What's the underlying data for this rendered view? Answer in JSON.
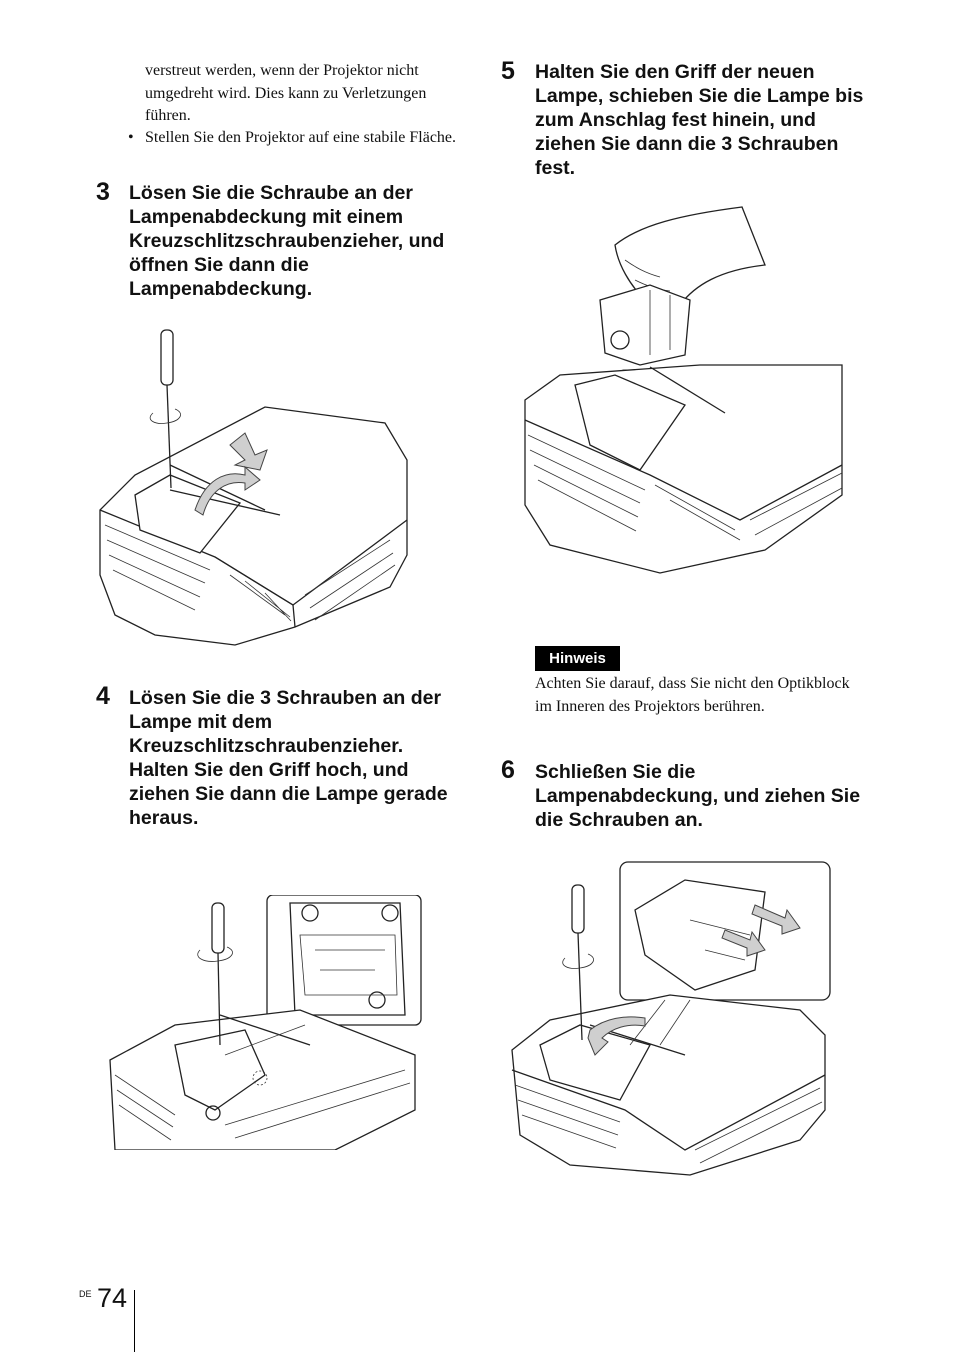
{
  "intro": {
    "continuation": "verstreut werden, wenn der Projektor nicht umgedreht wird. Dies kann zu Verletzungen führen.",
    "bullet_symbol": "•",
    "bullet_text": "Stellen Sie den Projektor auf eine stabile Fläche."
  },
  "steps": [
    {
      "num": "3",
      "text": "Lösen Sie die Schraube an der Lampenabdeckung mit einem Kreuzschlitzschraubenzieher, und öffnen Sie dann die Lampenabdeckung."
    },
    {
      "num": "4",
      "text": "Lösen Sie die 3 Schrauben an der Lampe mit dem Kreuzschlitzschraubenzieher. Halten Sie den Griff hoch, und ziehen Sie dann die Lampe gerade heraus."
    },
    {
      "num": "5",
      "text": "Halten Sie den Griff der neuen Lampe, schieben Sie die Lampe bis zum Anschlag fest hinein, und ziehen Sie dann die 3 Schrauben fest."
    },
    {
      "num": "6",
      "text": "Schließen Sie die Lampenabdeckung, und ziehen Sie die Schrauben an."
    }
  ],
  "note": {
    "label": "Hinweis",
    "text": "Achten Sie darauf, dass Sie nicht den Optikblock im Inneren des Projektors berühren."
  },
  "footer": {
    "lang": "DE",
    "page": "74"
  }
}
